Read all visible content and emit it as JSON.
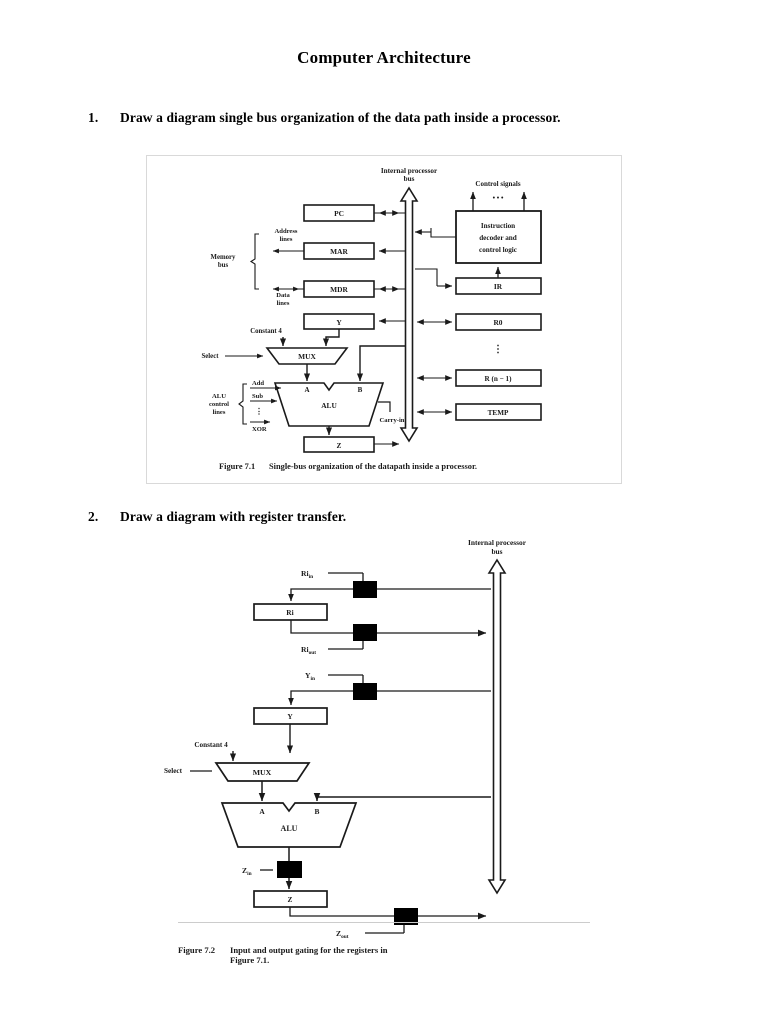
{
  "document": {
    "title": "Computer Architecture"
  },
  "questions": [
    {
      "number": "1.",
      "text": "Draw a diagram single bus organization of the data path inside a processor."
    },
    {
      "number": "2.",
      "text": "Draw a diagram with register transfer."
    }
  ],
  "figure1": {
    "caption_label": "Figure 7.1",
    "caption_text": "Single-bus organization of the datapath inside a processor.",
    "bus_label_line1": "Internal processor",
    "bus_label_line2": "bus",
    "control_signals_label": "Control signals",
    "control_signals_dots": "• • •",
    "decoder_line1": "Instruction",
    "decoder_line2": "decoder and",
    "decoder_line3": "control logic",
    "left_boxes": [
      "PC",
      "MAR",
      "MDR",
      "Y",
      "Z"
    ],
    "right_boxes": [
      "IR",
      "R0",
      "R (n − 1)",
      "TEMP"
    ],
    "register_ellipsis": "⋮",
    "address_lines_line1": "Address",
    "address_lines_line2": "lines",
    "memory_bus_line1": "Memory",
    "memory_bus_line2": "bus",
    "data_lines_line1": "Data",
    "data_lines_line2": "lines",
    "constant_label": "Constant 4",
    "select_label": "Select",
    "mux_label": "MUX",
    "alu_label": "ALU",
    "alu_input_a": "A",
    "alu_input_b": "B",
    "carry_in_label": "Carry-in",
    "alu_control_line1": "ALU",
    "alu_control_line2": "control",
    "alu_control_line3": "lines",
    "alu_ops": [
      "Add",
      "Sub",
      "XOR"
    ],
    "alu_ops_ellipsis": "⋮"
  },
  "figure2": {
    "caption_label": "Figure 7.2",
    "caption_text_line1": "Input and output gating for the registers in",
    "caption_text_line2": "Figure 7.1.",
    "bus_label_line1": "Internal processor",
    "bus_label_line2": "bus",
    "ri_in_label": "Ri",
    "ri_in_sub": "in",
    "ri_box_label": "Ri",
    "ri_out_label": "Ri",
    "ri_out_sub": "out",
    "y_in_label": "Y",
    "y_in_sub": "in",
    "y_box_label": "Y",
    "constant_label": "Constant 4",
    "select_label": "Select",
    "mux_label": "MUX",
    "alu_label": "ALU",
    "alu_input_a": "A",
    "alu_input_b": "B",
    "z_in_label": "Z",
    "z_in_sub": "in",
    "z_box_label": "Z",
    "z_out_label": "Z",
    "z_out_sub": "out"
  },
  "colors": {
    "ink": "#1a1a1a",
    "frame": "#d9d9d9",
    "rule": "#cccccc",
    "gate": "#000000"
  }
}
